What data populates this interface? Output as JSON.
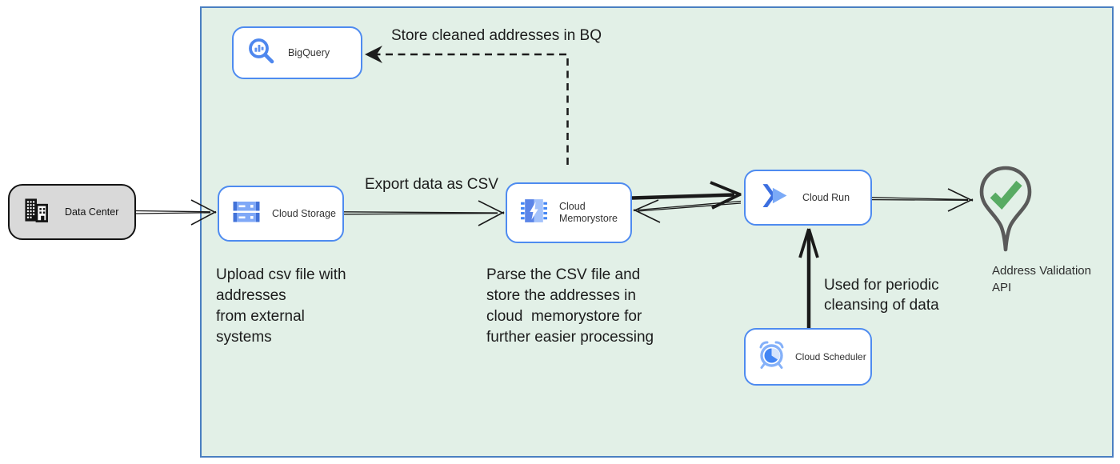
{
  "diagram_type": "cloud-architecture-flow",
  "nodes": {
    "data_center": {
      "label": "Data Center",
      "icon": "building-icon"
    },
    "bigquery": {
      "label": "BigQuery",
      "icon": "bigquery-magnifier-icon"
    },
    "cloud_storage": {
      "label": "Cloud Storage",
      "icon": "storage-buckets-icon"
    },
    "cloud_memorystore": {
      "label": "Cloud Memorystore",
      "icon": "memorystore-chip-icon"
    },
    "cloud_run": {
      "label": "Cloud Run",
      "icon": "cloud-run-chevron-icon"
    },
    "cloud_scheduler": {
      "label": "Cloud Scheduler",
      "icon": "scheduler-alarm-clock-icon"
    },
    "address_validation_api": {
      "label": "Address Validation\nAPI",
      "icon": "map-pin-check-icon"
    }
  },
  "annotations": {
    "store_bq": "Store cleaned addresses in BQ",
    "export_csv": "Export data as CSV",
    "upload_note": "Upload csv file with\naddresses\nfrom external\nsystems",
    "parse_note": "Parse the CSV file and\nstore the addresses in\ncloud  memorystore for\nfurther easier processing",
    "scheduler_note": "Used for periodic\ncleansing of data"
  },
  "edges": [
    {
      "from": "data_center",
      "to": "cloud_storage",
      "style": "double-line-open-arrow"
    },
    {
      "from": "cloud_storage",
      "to": "cloud_memorystore",
      "style": "double-line-open-arrow",
      "label": "Export data as CSV"
    },
    {
      "from": "cloud_memorystore",
      "to": "cloud_run",
      "style": "thick-arrow"
    },
    {
      "from": "cloud_run",
      "to": "cloud_memorystore",
      "style": "thin-open-arrow"
    },
    {
      "from": "cloud_run",
      "to": "address_validation_api",
      "style": "double-line-open-arrow"
    },
    {
      "from": "cloud_scheduler",
      "to": "cloud_run",
      "style": "thick-arrow",
      "label": "Used for periodic cleansing of data"
    },
    {
      "from": "cloud_memorystore",
      "to": "bigquery",
      "style": "dashed-arrow",
      "label": "Store cleaned addresses in BQ"
    }
  ],
  "colors": {
    "boundary_fill": "#e2f0e7",
    "boundary_border": "#4a7fc1",
    "node_border": "#4e8bf0",
    "node_fill": "#ffffff",
    "datacenter_fill": "#d9d9d9",
    "datacenter_border": "#141414",
    "icon_blue": "#4285f4",
    "icon_blue_light": "#7baaf7",
    "icon_blue_dark": "#3c6fe0",
    "check_green": "#58ab63",
    "pin_gray": "#5a5a5a",
    "arrow_black": "#1a1a1a",
    "text_color": "#1c1c1c",
    "label_color": "#333333"
  }
}
